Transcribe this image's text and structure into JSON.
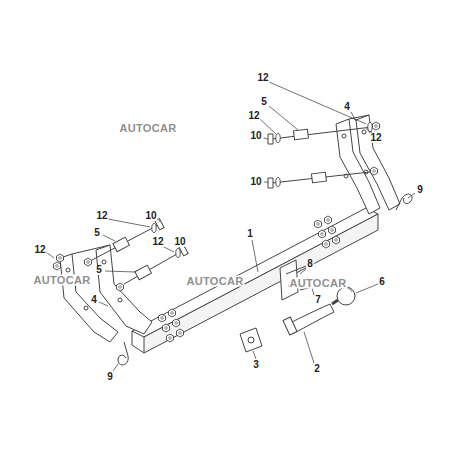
{
  "diagram": {
    "labels": [
      "12",
      "5",
      "4",
      "12",
      "AUTOCAR",
      "10",
      "12",
      "10",
      "9",
      "12",
      "10",
      "1",
      "5",
      "12",
      "10",
      "12",
      "8",
      "5",
      "AUTOCAR",
      "AUTOCAR",
      "AUTOCAR",
      "6",
      "7",
      "4",
      "3",
      "2",
      "9"
    ]
  }
}
